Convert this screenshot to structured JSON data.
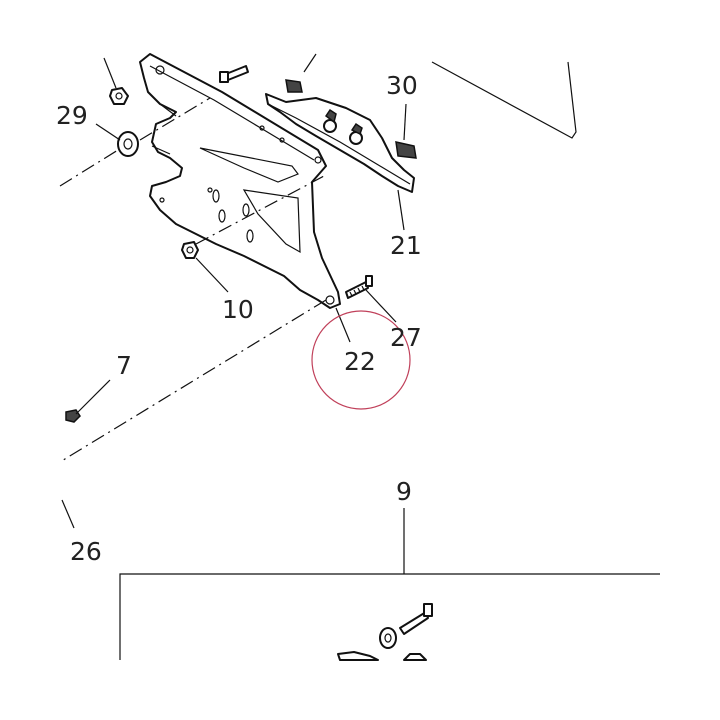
{
  "callouts": {
    "c29": "29",
    "c30": "30",
    "c21": "21",
    "c10": "10",
    "c27": "27",
    "c22": "22",
    "c7": "7",
    "c26": "26",
    "c9": "9"
  },
  "colors": {
    "line": "#111111",
    "highlight_circle": "#c0405a",
    "label": "#222222"
  },
  "icons": {
    "highlight": "red-circle-highlight"
  }
}
